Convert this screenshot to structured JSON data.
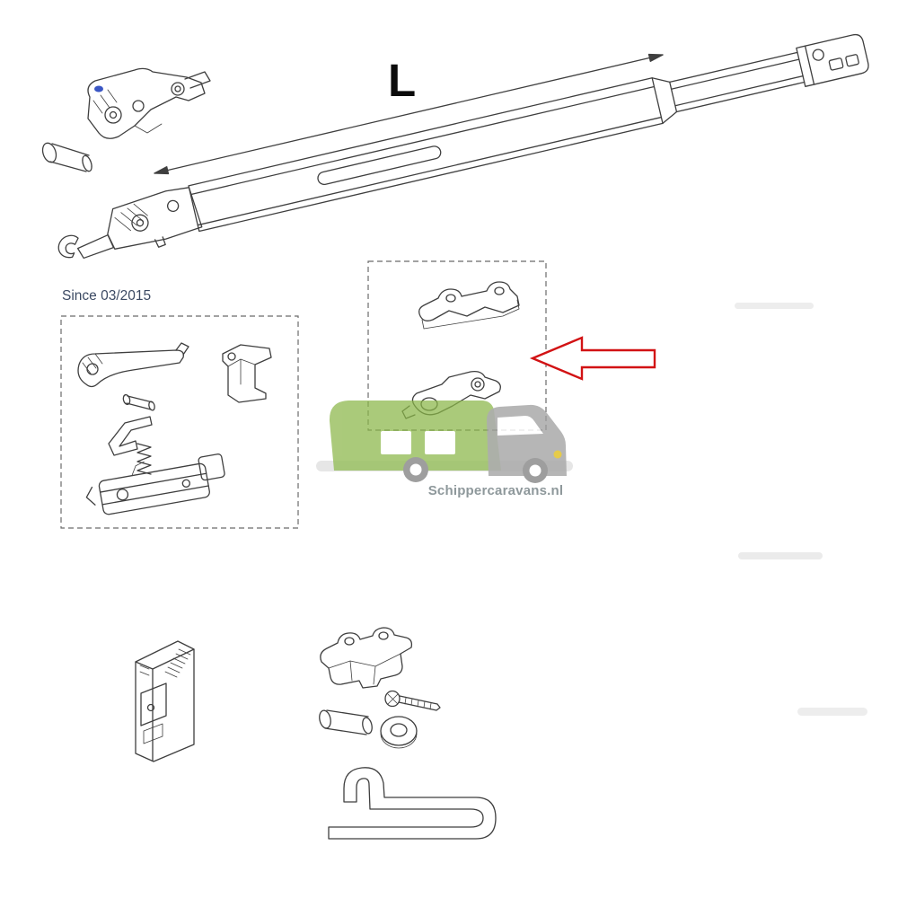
{
  "labels": {
    "length": "L",
    "since": "Since 03/2015"
  },
  "watermark": {
    "text": "Schippercaravans.nl"
  },
  "colors": {
    "background": "#ffffff",
    "line": "#3f3f3f",
    "arrow_red": "#d21214",
    "accent_blue": "#3a56c4",
    "watermark_green": "#8ab648",
    "watermark_gray": "#a0a0a0",
    "watermark_wheel": "#8e8e8e",
    "watermark_headlight": "#e2c32b",
    "watermark_text": "#8e989b",
    "since_text": "#3c4a63",
    "dashed_box": "#6b6b6b"
  },
  "drawings": [
    "telescopic-awning-arm",
    "length-dimension-arrows",
    "shoulder-joint-assembly",
    "clevis-pin",
    "parts-kit-since-03-2015",
    "bracket-kit-highlighted",
    "highlight-arrow",
    "motor-unit-block",
    "arm-mounting-bracket",
    "screw",
    "spacer-pin",
    "washer",
    "retaining-hook-clip",
    "caravan-logo-watermark"
  ]
}
